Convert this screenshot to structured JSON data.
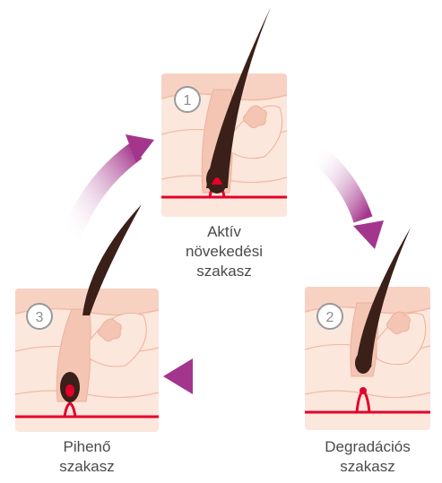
{
  "stages": [
    {
      "number": "1",
      "line1": "Aktív",
      "line2": "növekedési",
      "line3": "szakasz"
    },
    {
      "number": "2",
      "line1": "Degradációs",
      "line2": "szakasz"
    },
    {
      "number": "3",
      "line1": "Pihenő",
      "line2": "szakasz"
    }
  ],
  "colors": {
    "skin_light": "#fbe7dc",
    "skin_mid": "#f7d2c2",
    "skin_line": "#f2b9a4",
    "blood_red": "#e4002b",
    "hair_brown": "#3a2018",
    "arrow_purple": "#a4358c",
    "badge_text": "#8c8c8c"
  }
}
